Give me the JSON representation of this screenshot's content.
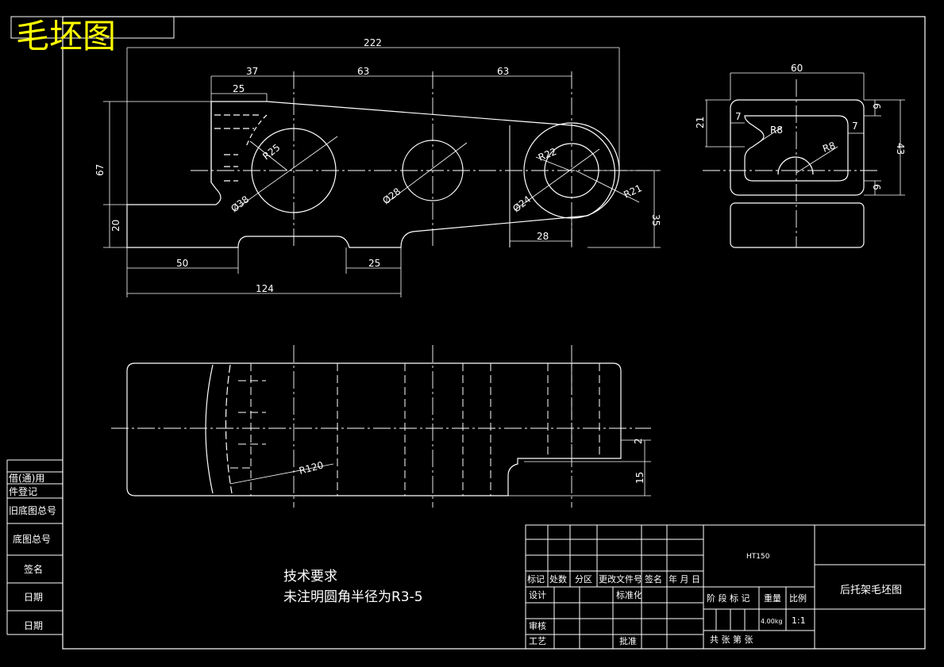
{
  "title": "毛坯图",
  "front_view": {
    "dims": {
      "overall_length": "222",
      "d37": "37",
      "d63a": "63",
      "d63b": "63",
      "d25_top": "25",
      "d67": "67",
      "d20": "20",
      "d50": "50",
      "d25_bottom": "25",
      "d124": "124",
      "d28": "28",
      "d35": "35"
    },
    "labels": {
      "r25": "R25",
      "phi38": "Ø38",
      "phi28": "Ø28",
      "r22": "R22",
      "phi24": "Ø24",
      "r21": "R21"
    }
  },
  "side_view": {
    "dims": {
      "d60": "60",
      "d21": "21",
      "d7a": "7",
      "r8a": "R8",
      "d7b": "7",
      "d6a": "6",
      "d43": "43",
      "r8b": "R8",
      "d6b": "6"
    }
  },
  "top_view": {
    "dims": {
      "r120": "R120",
      "d2": "2",
      "d15": "15"
    }
  },
  "tech": {
    "heading": "技术要求",
    "note": "未注明圆角半径为R3-5"
  },
  "left_strip": {
    "items": [
      "借(通)用",
      "件登记",
      "旧底图总号",
      "底图总号",
      "签名",
      "日期",
      "日期"
    ]
  },
  "title_block": {
    "material": "HT150",
    "drawing_name": "后托架毛坯图",
    "rev_headers": [
      "标记",
      "处数",
      "分区",
      "更改文件号",
      "签名",
      "年 月 日"
    ],
    "roles": [
      "设计",
      "审核",
      "工艺"
    ],
    "approvals": [
      "标准化",
      "批准"
    ],
    "stage_headers": [
      "阶 段 标 记",
      "重量",
      "比例"
    ],
    "weight": "4.00kg",
    "scale": "1:1",
    "sheet_text": "共    张    第    张"
  }
}
